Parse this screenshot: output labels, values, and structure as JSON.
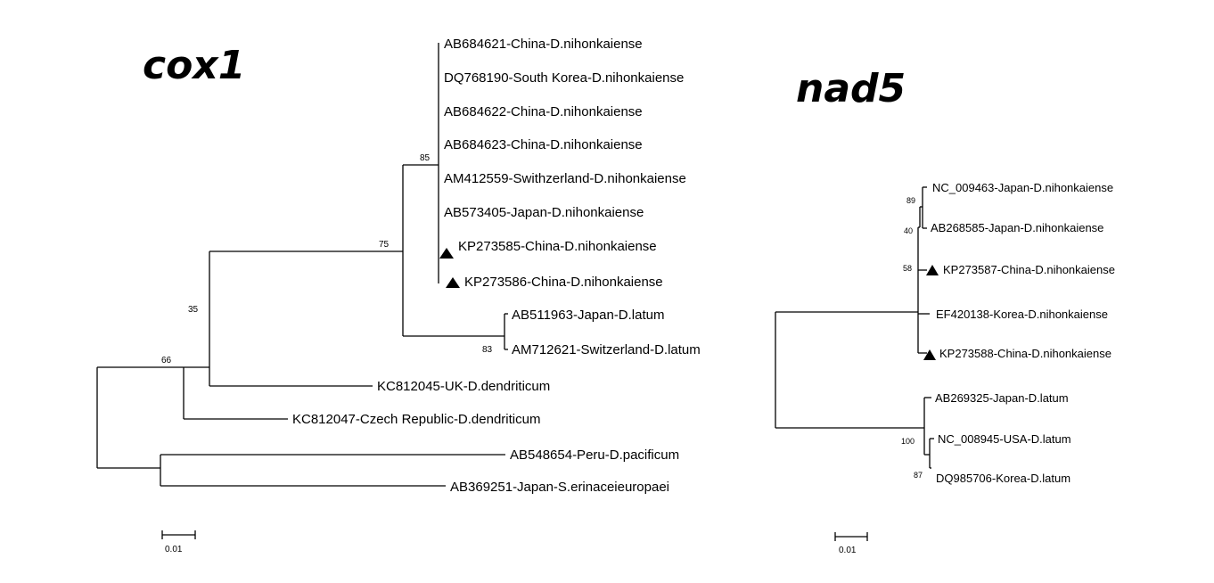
{
  "cox1": {
    "title": "cox1",
    "scale_label": "0.01",
    "bootstrap": {
      "n85": "85",
      "n75": "75",
      "n35": "35",
      "n66": "66",
      "n83": "83"
    },
    "taxa": [
      {
        "label": "AB684621-China-D.nihonkaiense",
        "marker": false
      },
      {
        "label": "DQ768190-South Korea-D.nihonkaiense",
        "marker": false
      },
      {
        "label": "AB684622-China-D.nihonkaiense",
        "marker": false
      },
      {
        "label": "AB684623-China-D.nihonkaiense",
        "marker": false
      },
      {
        "label": "AM412559-Swithzerland-D.nihonkaiense",
        "marker": false
      },
      {
        "label": "AB573405-Japan-D.nihonkaiense",
        "marker": false
      },
      {
        "label": "KP273585-China-D.nihonkaiense",
        "marker": true
      },
      {
        "label": "KP273586-China-D.nihonkaiense",
        "marker": true
      },
      {
        "label": "AB511963-Japan-D.latum",
        "marker": false
      },
      {
        "label": "AM712621-Switzerland-D.latum",
        "marker": false
      },
      {
        "label": "KC812045-UK-D.dendriticum",
        "marker": false
      },
      {
        "label": "KC812047-Czech Republic-D.dendriticum",
        "marker": false
      },
      {
        "label": "AB548654-Peru-D.pacificum",
        "marker": false
      },
      {
        "label": "AB369251-Japan-S.erinaceieuropaei",
        "marker": false
      }
    ]
  },
  "nad5": {
    "title": "nad5",
    "scale_label": "0.01",
    "bootstrap": {
      "n89": "89",
      "n40": "40",
      "n58": "58",
      "n100": "100",
      "n87": "87"
    },
    "taxa": [
      {
        "label": "NC_009463-Japan-D.nihonkaiense",
        "marker": false
      },
      {
        "label": "AB268585-Japan-D.nihonkaiense",
        "marker": false
      },
      {
        "label": "KP273587-China-D.nihonkaiense",
        "marker": true
      },
      {
        "label": "EF420138-Korea-D.nihonkaiense",
        "marker": false
      },
      {
        "label": "KP273588-China-D.nihonkaiense",
        "marker": true
      },
      {
        "label": "AB269325-Japan-D.latum",
        "marker": false
      },
      {
        "label": "NC_008945-USA-D.latum",
        "marker": false
      },
      {
        "label": "DQ985706-Korea-D.latum",
        "marker": false
      }
    ]
  }
}
